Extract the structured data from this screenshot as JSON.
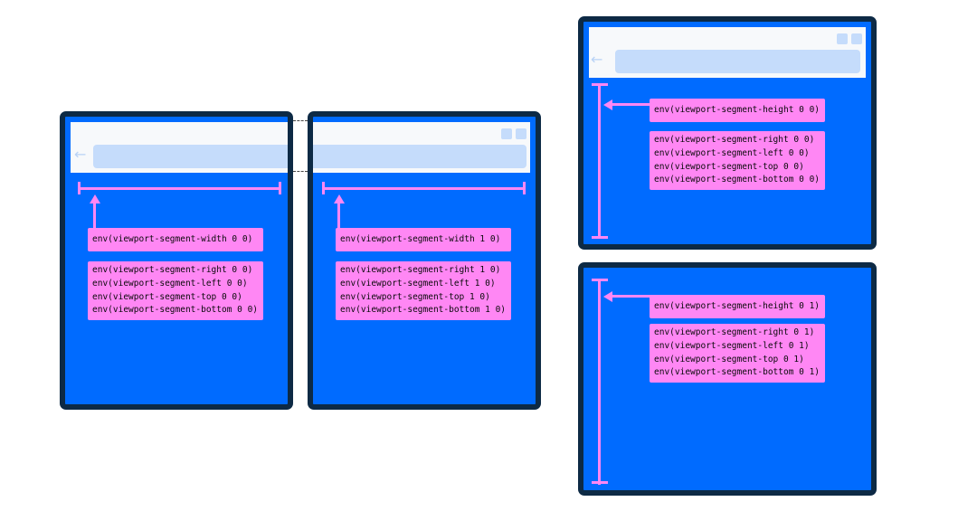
{
  "colors": {
    "device_screen": "#006bff",
    "device_frame": "#0d2a45",
    "label_bg": "#ff87f4",
    "browser_bar": "#f7f9fb",
    "url_field": "#c5dcfb"
  },
  "icons": [
    "back-arrow-icon",
    "window-button-icon"
  ],
  "segments": {
    "s00_side": {
      "dimension": "env(viewport-segment-width 0 0)",
      "edges": [
        "env(viewport-segment-right 0 0)",
        "env(viewport-segment-left 0 0)",
        "env(viewport-segment-top 0 0)",
        "env(viewport-segment-bottom 0 0)"
      ]
    },
    "s10": {
      "dimension": "env(viewport-segment-width 1 0)",
      "edges": [
        "env(viewport-segment-right 1 0)",
        "env(viewport-segment-left 1 0)",
        "env(viewport-segment-top 1 0)",
        "env(viewport-segment-bottom 1 0)"
      ]
    },
    "s00_stack": {
      "dimension": "env(viewport-segment-height 0 0)",
      "edges": [
        "env(viewport-segment-right 0 0)",
        "env(viewport-segment-left 0 0)",
        "env(viewport-segment-top 0 0)",
        "env(viewport-segment-bottom 0 0)"
      ]
    },
    "s01": {
      "dimension": "env(viewport-segment-height 0 1)",
      "edges": [
        "env(viewport-segment-right 0 1)",
        "env(viewport-segment-left 0 1)",
        "env(viewport-segment-top 0 1)",
        "env(viewport-segment-bottom 0 1)"
      ]
    }
  }
}
